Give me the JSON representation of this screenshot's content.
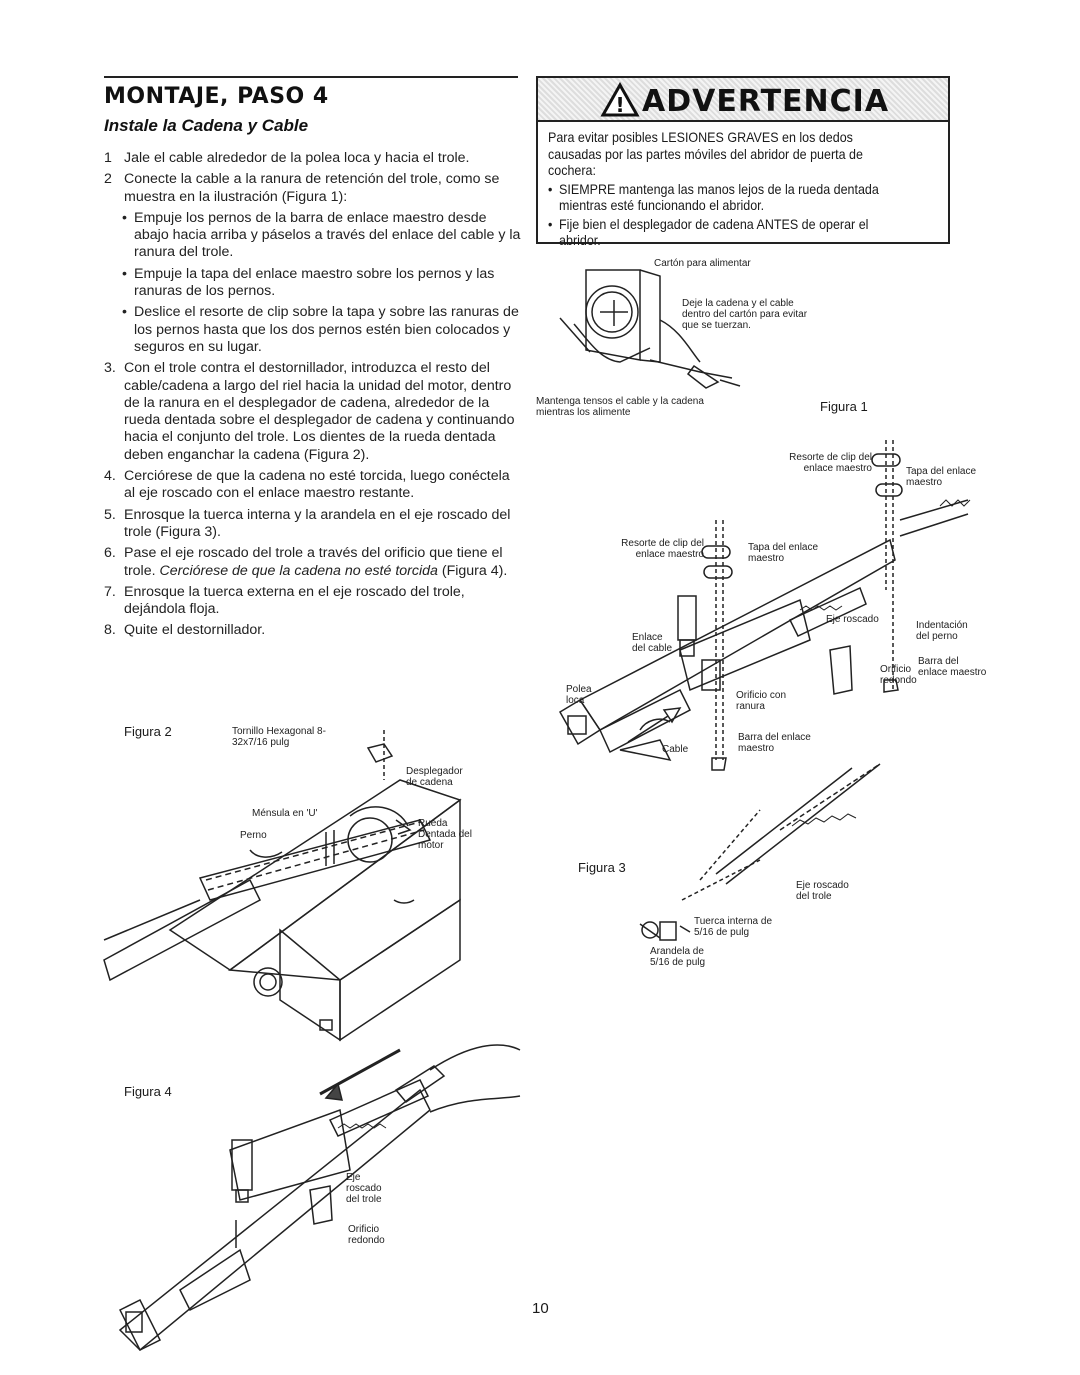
{
  "section": {
    "title": "MONTAJE, PASO 4",
    "subtitle": "Instale la Cadena y Cable"
  },
  "steps": [
    {
      "num": "1",
      "text": "Jale el cable alrededor de la polea loca y hacia el trole."
    },
    {
      "num": "2",
      "text": "Conecte la cable a la ranura de retención del trole, como se muestra en la ilustración (Figura 1):"
    },
    {
      "num": "3.",
      "text": "Con el trole contra el destornillador, introduzca el resto del cable/cadena a largo del riel hacia la unidad del motor, dentro de la ranura en el desplegador de cadena, alrededor de la rueda dentada sobre el desplegador de cadena y continuando hacia el conjunto del trole. Los dientes de la rueda dentada deben enganchar la cadena (Figura 2)."
    },
    {
      "num": "4.",
      "text": "Cerciórese de que la cadena no esté torcida, luego conéctela al eje roscado con el enlace maestro restante."
    },
    {
      "num": "5.",
      "text": "Enrosque la tuerca interna y la arandela en el eje roscado del trole (Figura 3)."
    },
    {
      "num": "6.",
      "text": "Pase el eje roscado del trole a través del orificio que tiene el trole.",
      "italic": "Cerciórese de que la cadena no esté torcida",
      "after": " (Figura 4)."
    },
    {
      "num": "7.",
      "text": "Enrosque la tuerca externa en el eje roscado del trole, dejándola floja."
    },
    {
      "num": "8.",
      "text": "Quite el destornillador."
    }
  ],
  "bullets": [
    "Empuje los pernos de la barra de enlace maestro desde abajo hacia arriba y páselos a través del enlace del cable y la ranura del trole.",
    "Empuje la tapa del enlace maestro sobre los pernos y las ranuras de los pernos.",
    "Deslice el resorte de clip sobre la tapa y sobre las ranuras de los pernos hasta que los dos pernos estén bien colocados y seguros en su lugar."
  ],
  "warning": {
    "title": "ADVERTENCIA",
    "intro": "Para evitar posibles LESIONES GRAVES en los dedos causadas por las partes móviles del abridor de puerta de cochera:",
    "bullets": [
      "SIEMPRE mantenga las manos lejos de la rueda dentada mientras esté funcionando el abridor.",
      "Fije bien el desplegador de cadena ANTES de operar el abridor."
    ]
  },
  "figures": {
    "fig1": {
      "caption": "Figura 1",
      "carton": "Cartón para alimentar",
      "leave": "Deje la cadena y el cable dentro del cartón para evitar que se tuerzan.",
      "keep": "Mantenga tensos el cable y la cadena mientras los alimente"
    },
    "fig1b": {
      "resorte_top": "Resorte de clip del enlace maestro",
      "tapa_top": "Tapa del enlace maestro",
      "resorte_mid": "Resorte de clip del enlace maestro",
      "tapa_mid": "Tapa del enlace maestro",
      "eje": "Eje roscado",
      "indentacion": "Indentación del perno",
      "barra_right": "Barra del enlace maestro",
      "enlace": "Enlace del cable",
      "orificio_redondo": "Orificio redondo",
      "orificio_ranura": "Orificio con ranura",
      "polea": "Polea loca",
      "cable": "Cable",
      "barra_bottom": "Barra del enlace maestro"
    },
    "fig2": {
      "caption": "Figura 2",
      "tornillo": "Tornillo Hexagonal 8-32x7/16 pulg",
      "desplegador": "Desplegador de cadena",
      "mensula": "Ménsula en 'U'",
      "rueda": "Rueda Dentada del motor",
      "perno": "Perno"
    },
    "fig3": {
      "caption": "Figura 3",
      "eje": "Eje roscado del trole",
      "tuerca": "Tuerca interna de 5/16 de pulg",
      "arandela": "Arandela de 5/16 de pulg"
    },
    "fig4": {
      "caption": "Figura 4",
      "eje": "Eje roscado del trole",
      "orificio": "Orificio redondo"
    }
  },
  "page_number": "10"
}
